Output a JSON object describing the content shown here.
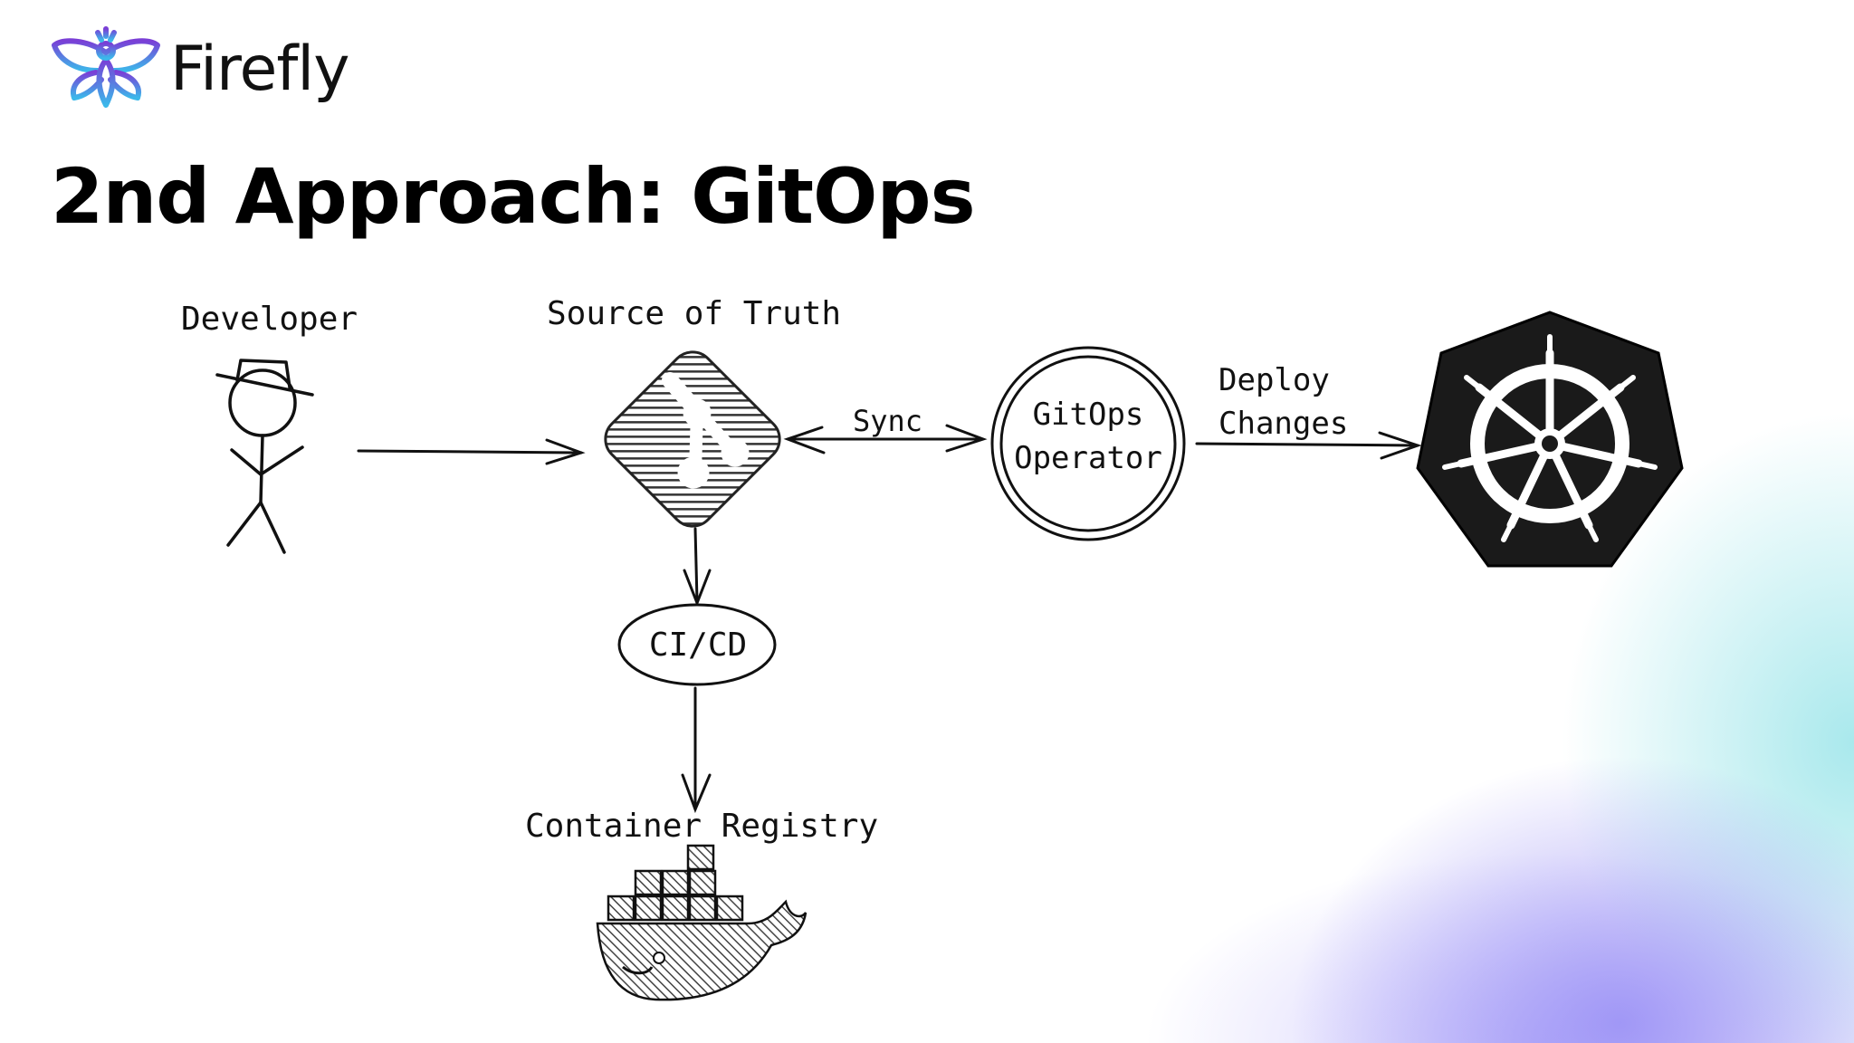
{
  "brand": {
    "name": "Firefly",
    "logo_icon": "firefly-logo-icon"
  },
  "slide": {
    "title": "2nd Approach: GitOps"
  },
  "diagram": {
    "nodes": {
      "developer": {
        "label": "Developer",
        "icon": "stick-figure-icon"
      },
      "source_of_truth": {
        "label": "Source of Truth",
        "icon": "git-icon"
      },
      "cicd": {
        "label": "CI/CD"
      },
      "gitops_operator": {
        "line1": "GitOps",
        "line2": "Operator"
      },
      "kubernetes": {
        "icon": "kubernetes-icon"
      },
      "container_registry": {
        "label": "Container Registry",
        "icon": "docker-whale-icon"
      }
    },
    "edges": {
      "sync": {
        "label": "Sync"
      },
      "deploy": {
        "line1": "Deploy",
        "line2": "Changes"
      }
    }
  },
  "colors": {
    "title": "#000000",
    "logo_purple": "#6b3fd1",
    "logo_cyan": "#39b7e8",
    "kubernetes_fill": "#1a1a1a"
  }
}
